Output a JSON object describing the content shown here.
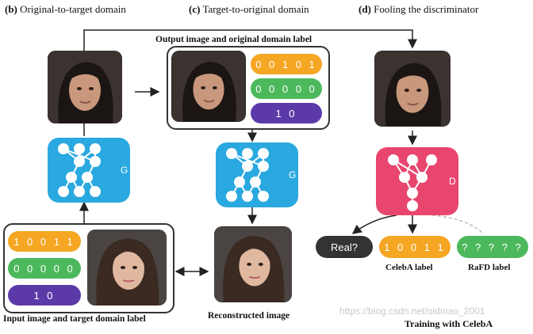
{
  "sections": {
    "b": {
      "letter": "(b)",
      "title": "Original-to-target domain"
    },
    "c": {
      "letter": "(c)",
      "title": "Target-to-original domain"
    },
    "d": {
      "letter": "(d)",
      "title": "Fooling the discriminator"
    }
  },
  "captions": {
    "output": "Output image and original domain label",
    "input": "Input image and target domain label",
    "reconstructed": "Reconstructed image",
    "celeba_label": "CelebA label",
    "rafd_label": "RaFD label",
    "training": "Training with CelebA"
  },
  "networks": {
    "generator_label": "G",
    "discriminator_label": "D"
  },
  "labels": {
    "output_vectors": [
      "0 0 1 0 1",
      "0 0 0 0 0",
      "1   0"
    ],
    "input_vectors": [
      "1 0 0 1 1",
      "0 0 0 0 0",
      "1   0"
    ],
    "real": "Real?",
    "celeba_vector": "1 0 0 1 1",
    "rafd_vector": "? ? ? ? ?"
  },
  "watermark": "https://blog.csdn.net/oldmao_2001",
  "colors": {
    "orange": "#f5a623",
    "green": "#4cb85c",
    "purple": "#5b3aa8",
    "generator": "#2aa8e0",
    "discriminator": "#e8466f",
    "dark_pill": "#333333"
  }
}
